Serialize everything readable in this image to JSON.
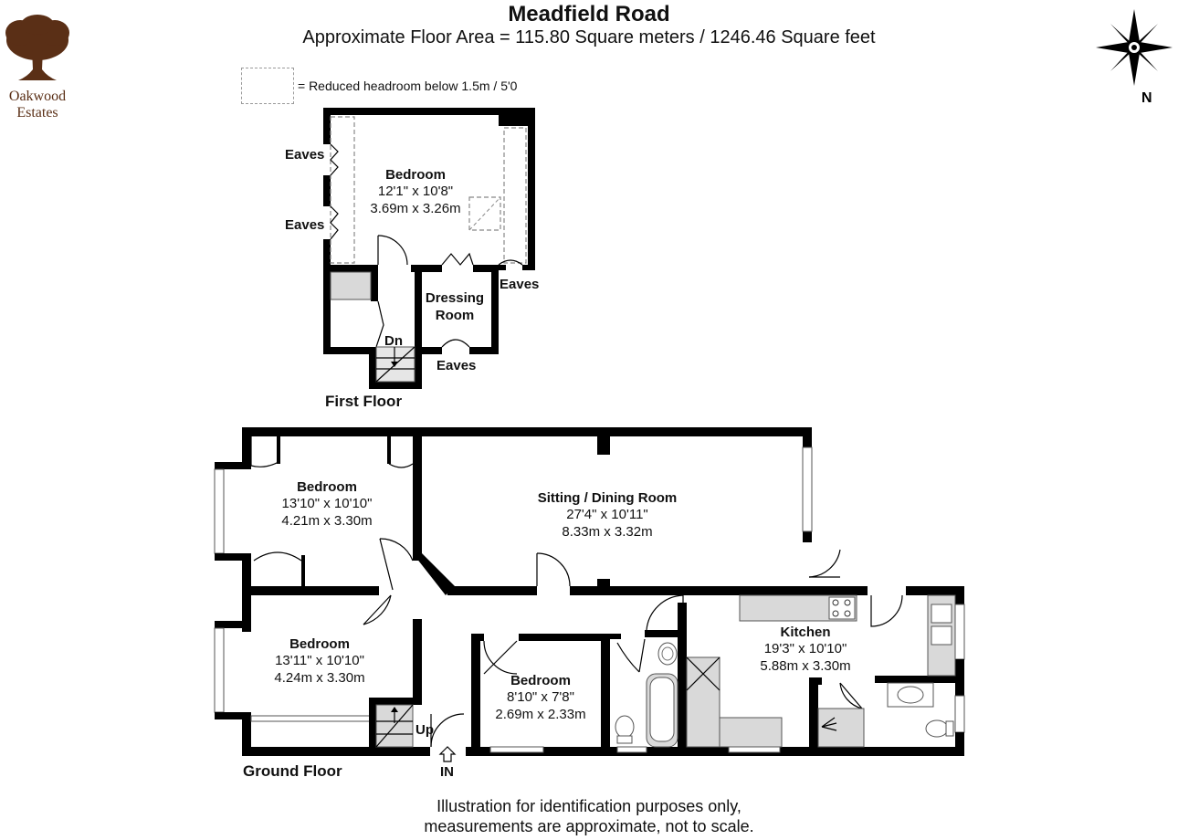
{
  "header": {
    "title": "Meadfield Road",
    "subtitle": "Approximate Floor Area = 115.80 Square meters / 1246.46 Square feet"
  },
  "logo": {
    "line1": "Oakwood",
    "line2": "Estates"
  },
  "legend": {
    "text": "= Reduced headroom below 1.5m / 5'0"
  },
  "compass": {
    "label": "N"
  },
  "first_floor": {
    "label": "First Floor",
    "rooms": [
      {
        "name": "Bedroom",
        "imperial": "12'1\" x 10'8\"",
        "metric": "3.69m x 3.26m"
      },
      {
        "name": "Dressing",
        "name2": "Room"
      }
    ],
    "eaves_label": "Eaves",
    "stairs_label": "Dn"
  },
  "ground_floor": {
    "label": "Ground Floor",
    "rooms": [
      {
        "name": "Bedroom",
        "imperial": "13'10\" x 10'10\"",
        "metric": "4.21m x 3.30m"
      },
      {
        "name": "Sitting / Dining Room",
        "imperial": "27'4\" x 10'11\"",
        "metric": "8.33m x 3.32m"
      },
      {
        "name": "Bedroom",
        "imperial": "13'11\" x 10'10\"",
        "metric": "4.24m x 3.30m"
      },
      {
        "name": "Bedroom",
        "imperial": "8'10\" x 7'8\"",
        "metric": "2.69m x 2.33m"
      },
      {
        "name": "Kitchen",
        "imperial": "19'3\" x 10'10\"",
        "metric": "5.88m x 3.30m"
      }
    ],
    "stairs_label": "Up",
    "entrance_label": "IN"
  },
  "footer": {
    "line1": "Illustration for identification purposes only,",
    "line2": "measurements are approximate, not to scale."
  },
  "colors": {
    "logo_brown": "#5a2f16",
    "wall": "#000000",
    "fixture_grey": "#d9d9d9"
  }
}
